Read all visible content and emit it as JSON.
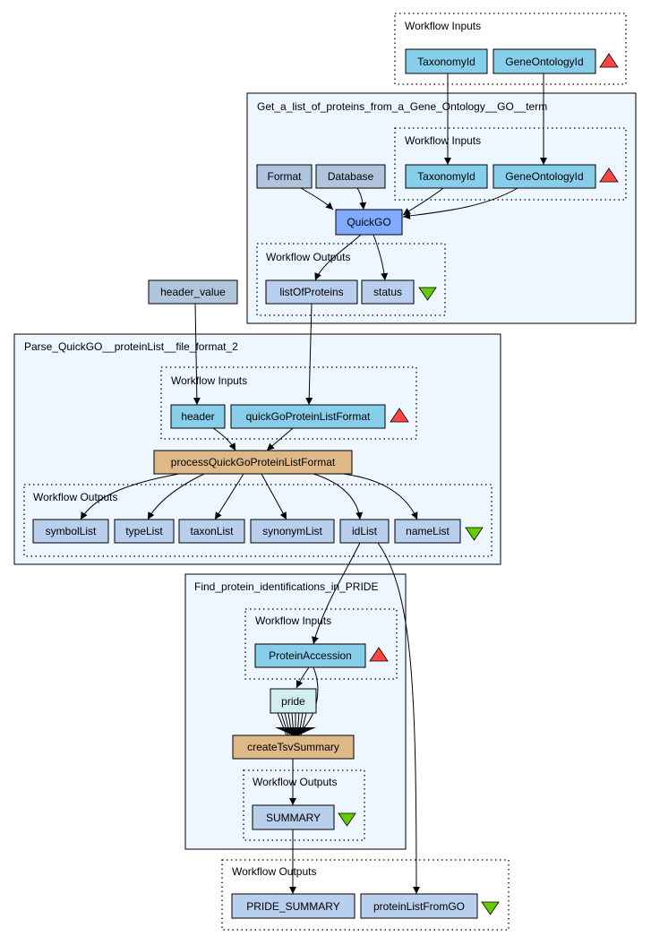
{
  "clusters": {
    "top_inputs_title": "Workflow Inputs",
    "get_go_title": "Get_a_list_of_proteins_from_a_Gene_Ontology__GO__term",
    "get_go_inputs_title": "Workflow Inputs",
    "get_go_outputs_title": "Workflow Outputs",
    "parse_title": "Parse_QuickGO__proteinList__file_format_2",
    "parse_inputs_title": "Workflow Inputs",
    "parse_outputs_title": "Workflow Outputs",
    "pride_title": "Find_protein_identifications_in_PRIDE",
    "pride_inputs_title": "Workflow Inputs",
    "pride_outputs_title": "Workflow Outputs",
    "final_outputs_title": "Workflow Outputs"
  },
  "nodes": {
    "top_taxonomyid": "TaxonomyId",
    "top_geneontologyid": "GeneOntologyId",
    "format": "Format",
    "database": "Database",
    "go_taxonomyid": "TaxonomyId",
    "go_geneontologyid": "GeneOntologyId",
    "quickgo": "QuickGO",
    "listofproteins": "listOfProteins",
    "status": "status",
    "header_value": "header_value",
    "header": "header",
    "quickgoproteinlistformat": "quickGoProteinListFormat",
    "processquickgo": "processQuickGoProteinListFormat",
    "symbollist": "symbolList",
    "typelist": "typeList",
    "taxonlist": "taxonList",
    "synonymlist": "synonymList",
    "idlist": "idList",
    "namelist": "nameList",
    "proteinaccession": "ProteinAccession",
    "pride": "pride",
    "createtsvsummary": "createTsvSummary",
    "summary": "SUMMARY",
    "pride_summary": "PRIDE_SUMMARY",
    "proteinlistfromgo": "proteinListFromGO"
  },
  "icons": {
    "inputs_marker": "red-up-triangle-icon",
    "outputs_marker": "green-down-triangle-icon"
  },
  "colors": {
    "input_port": "#87ceeb",
    "output_port": "#b9cfee",
    "constant": "#b0c4de",
    "service": "#80aaff",
    "beanshell": "#deb887",
    "nested_workflow": "#d2eeee",
    "cluster_fill": "#eef6ff",
    "input_marker": "#ff4444",
    "output_marker": "#66cc00"
  }
}
